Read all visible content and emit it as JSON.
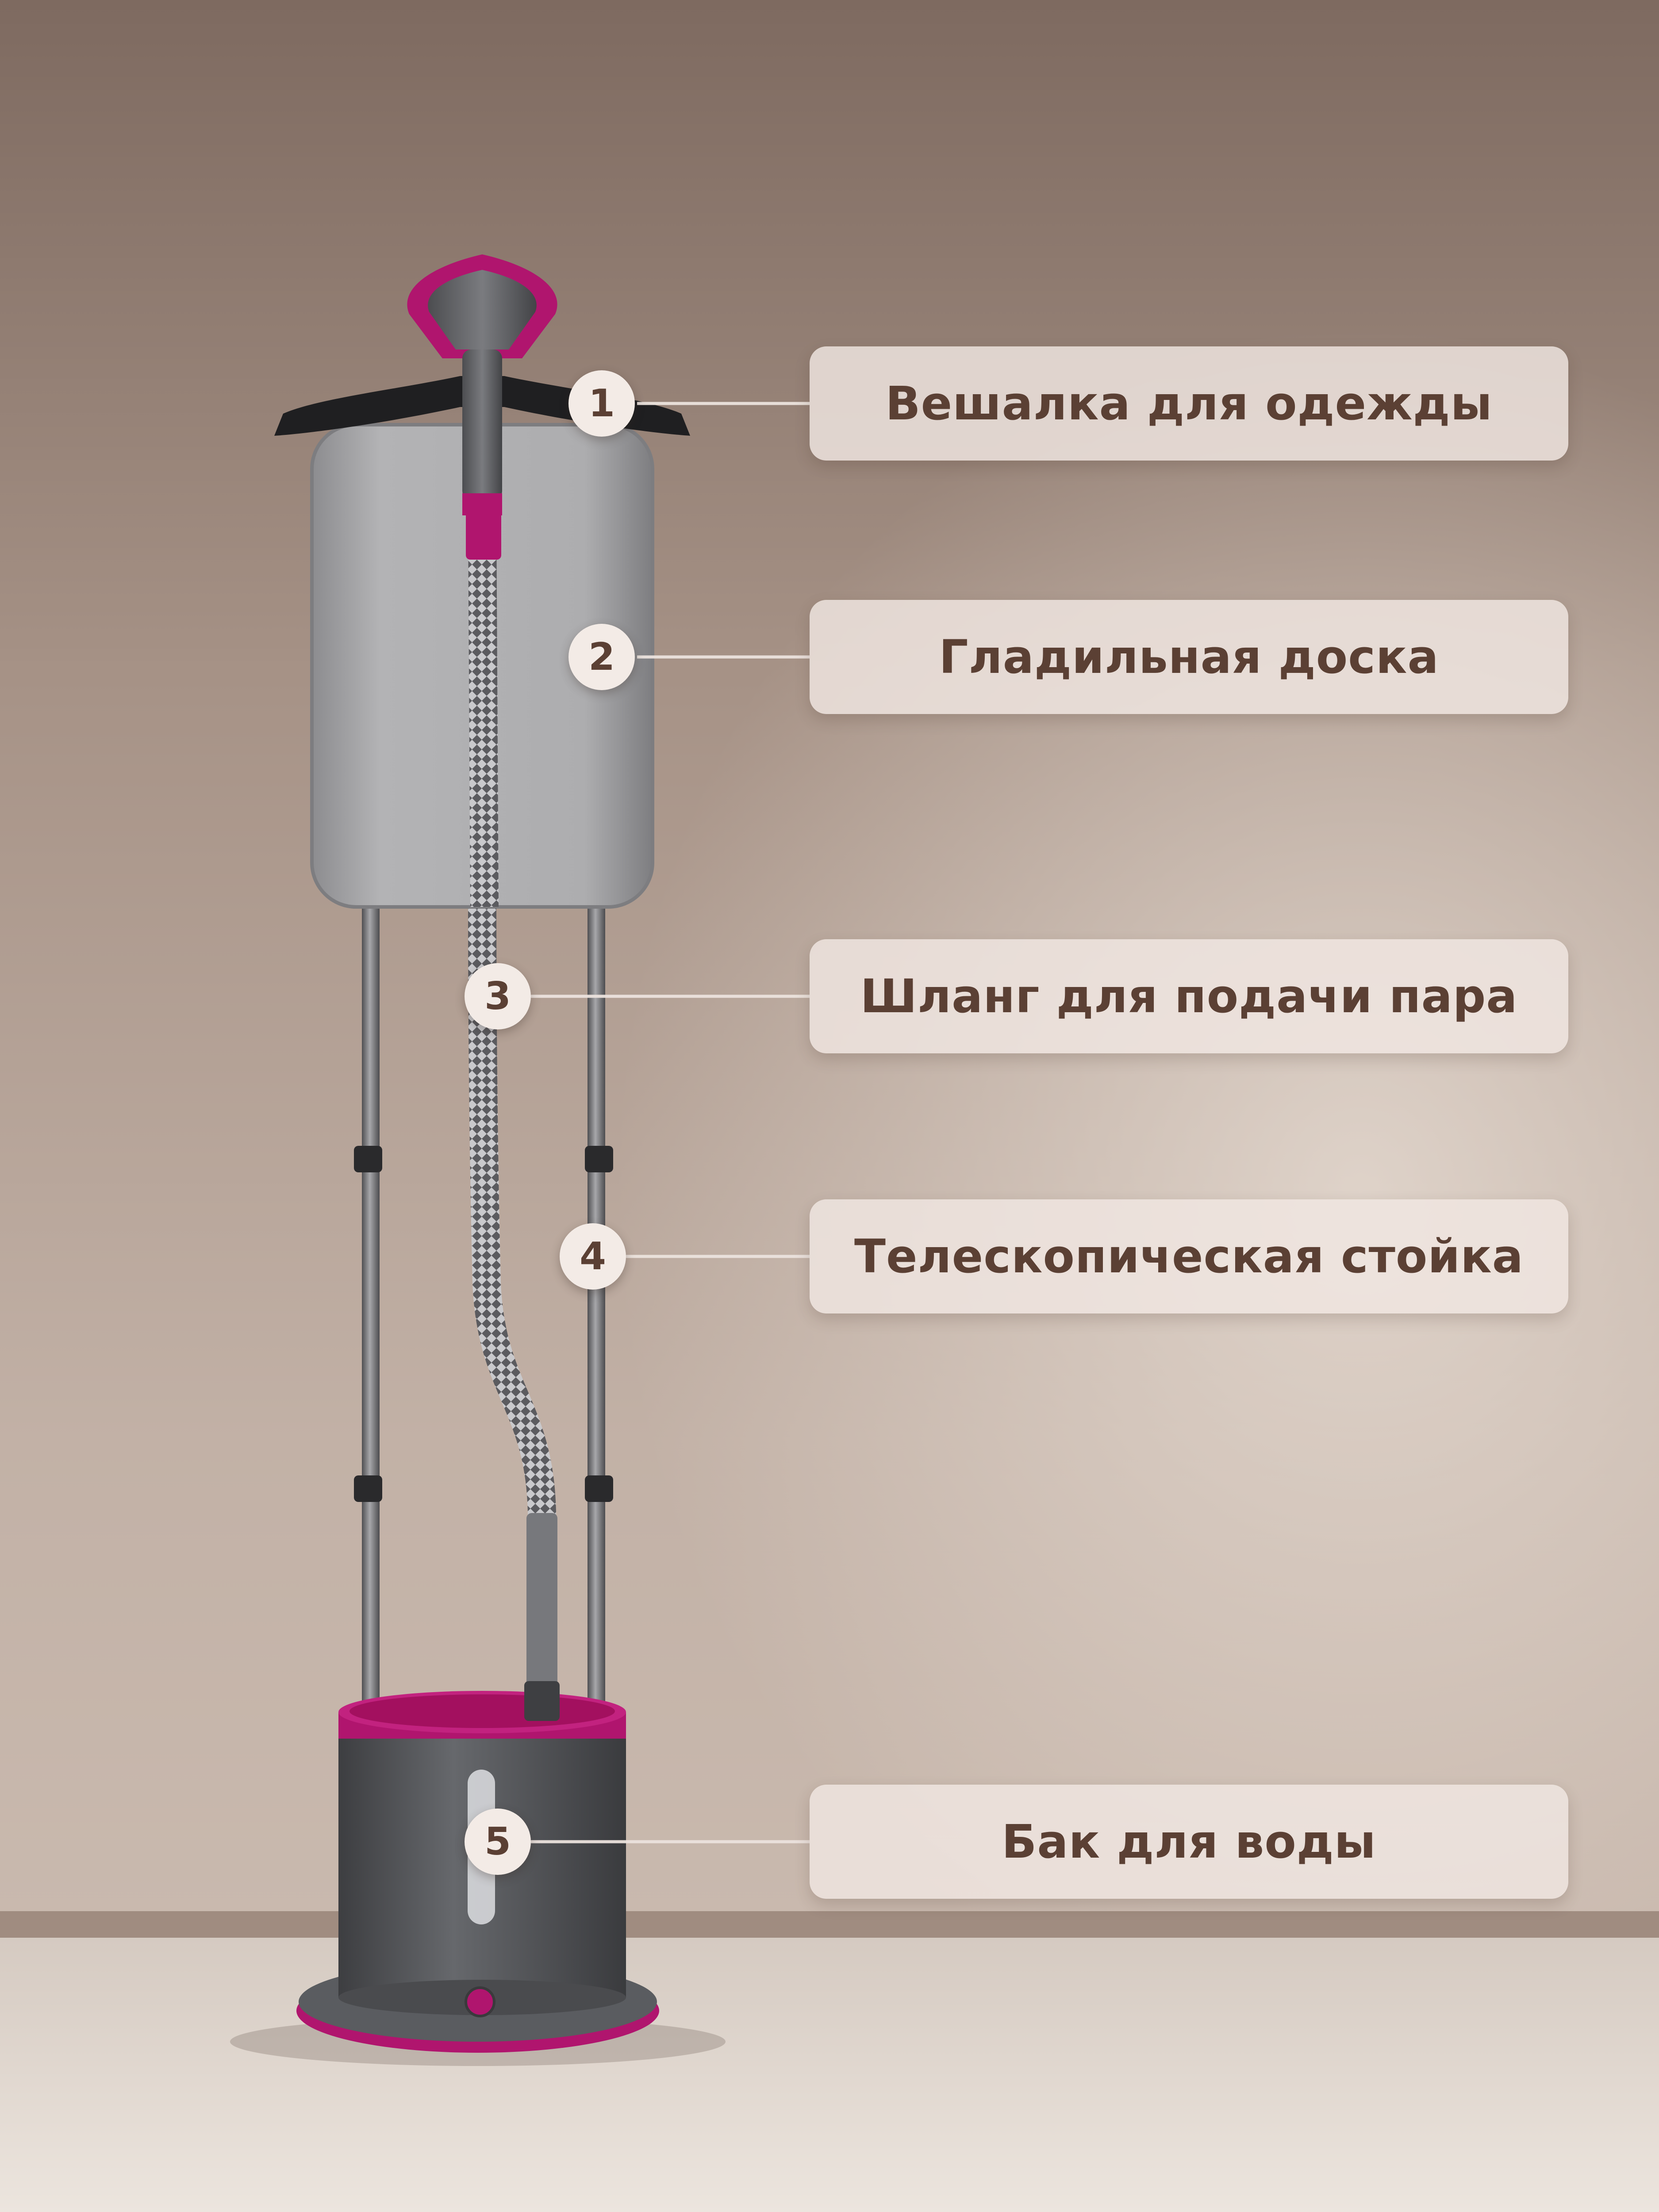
{
  "callouts": [
    {
      "number": "1",
      "label": "Вешалка для одежды"
    },
    {
      "number": "2",
      "label": "Гладильная доска"
    },
    {
      "number": "3",
      "label": "Шланг для подачи пара"
    },
    {
      "number": "4",
      "label": "Телескопическая стойка"
    },
    {
      "number": "5",
      "label": "Бак для воды"
    }
  ],
  "colors": {
    "accent": "#b0156e",
    "body": "#55575b",
    "board": "#a9a9ab",
    "label_text": "#5b4034",
    "wall": "#b7a497",
    "floor": "#e6ddd5"
  }
}
